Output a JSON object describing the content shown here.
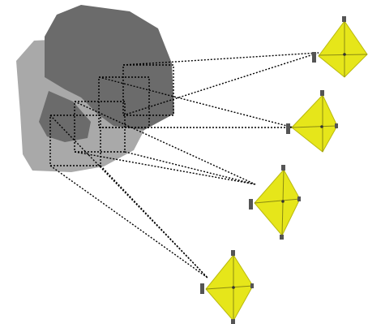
{
  "colors": {
    "background": "#ffffff",
    "object_light": "#a9a9a9",
    "object_dark": "#6b6b6b",
    "ray_line": "#000000",
    "camera_fill": "#e6e61a",
    "camera_edge": "#b9b90e",
    "camera_mount": "#555555"
  },
  "icons": {
    "object": "rock-shape",
    "camera": "diamond-camera-icon",
    "frustum": "dotted-square-icon"
  },
  "scene": {
    "object_count": 1,
    "camera_count": 4,
    "frustum_count": 4,
    "line_style": "dotted"
  }
}
